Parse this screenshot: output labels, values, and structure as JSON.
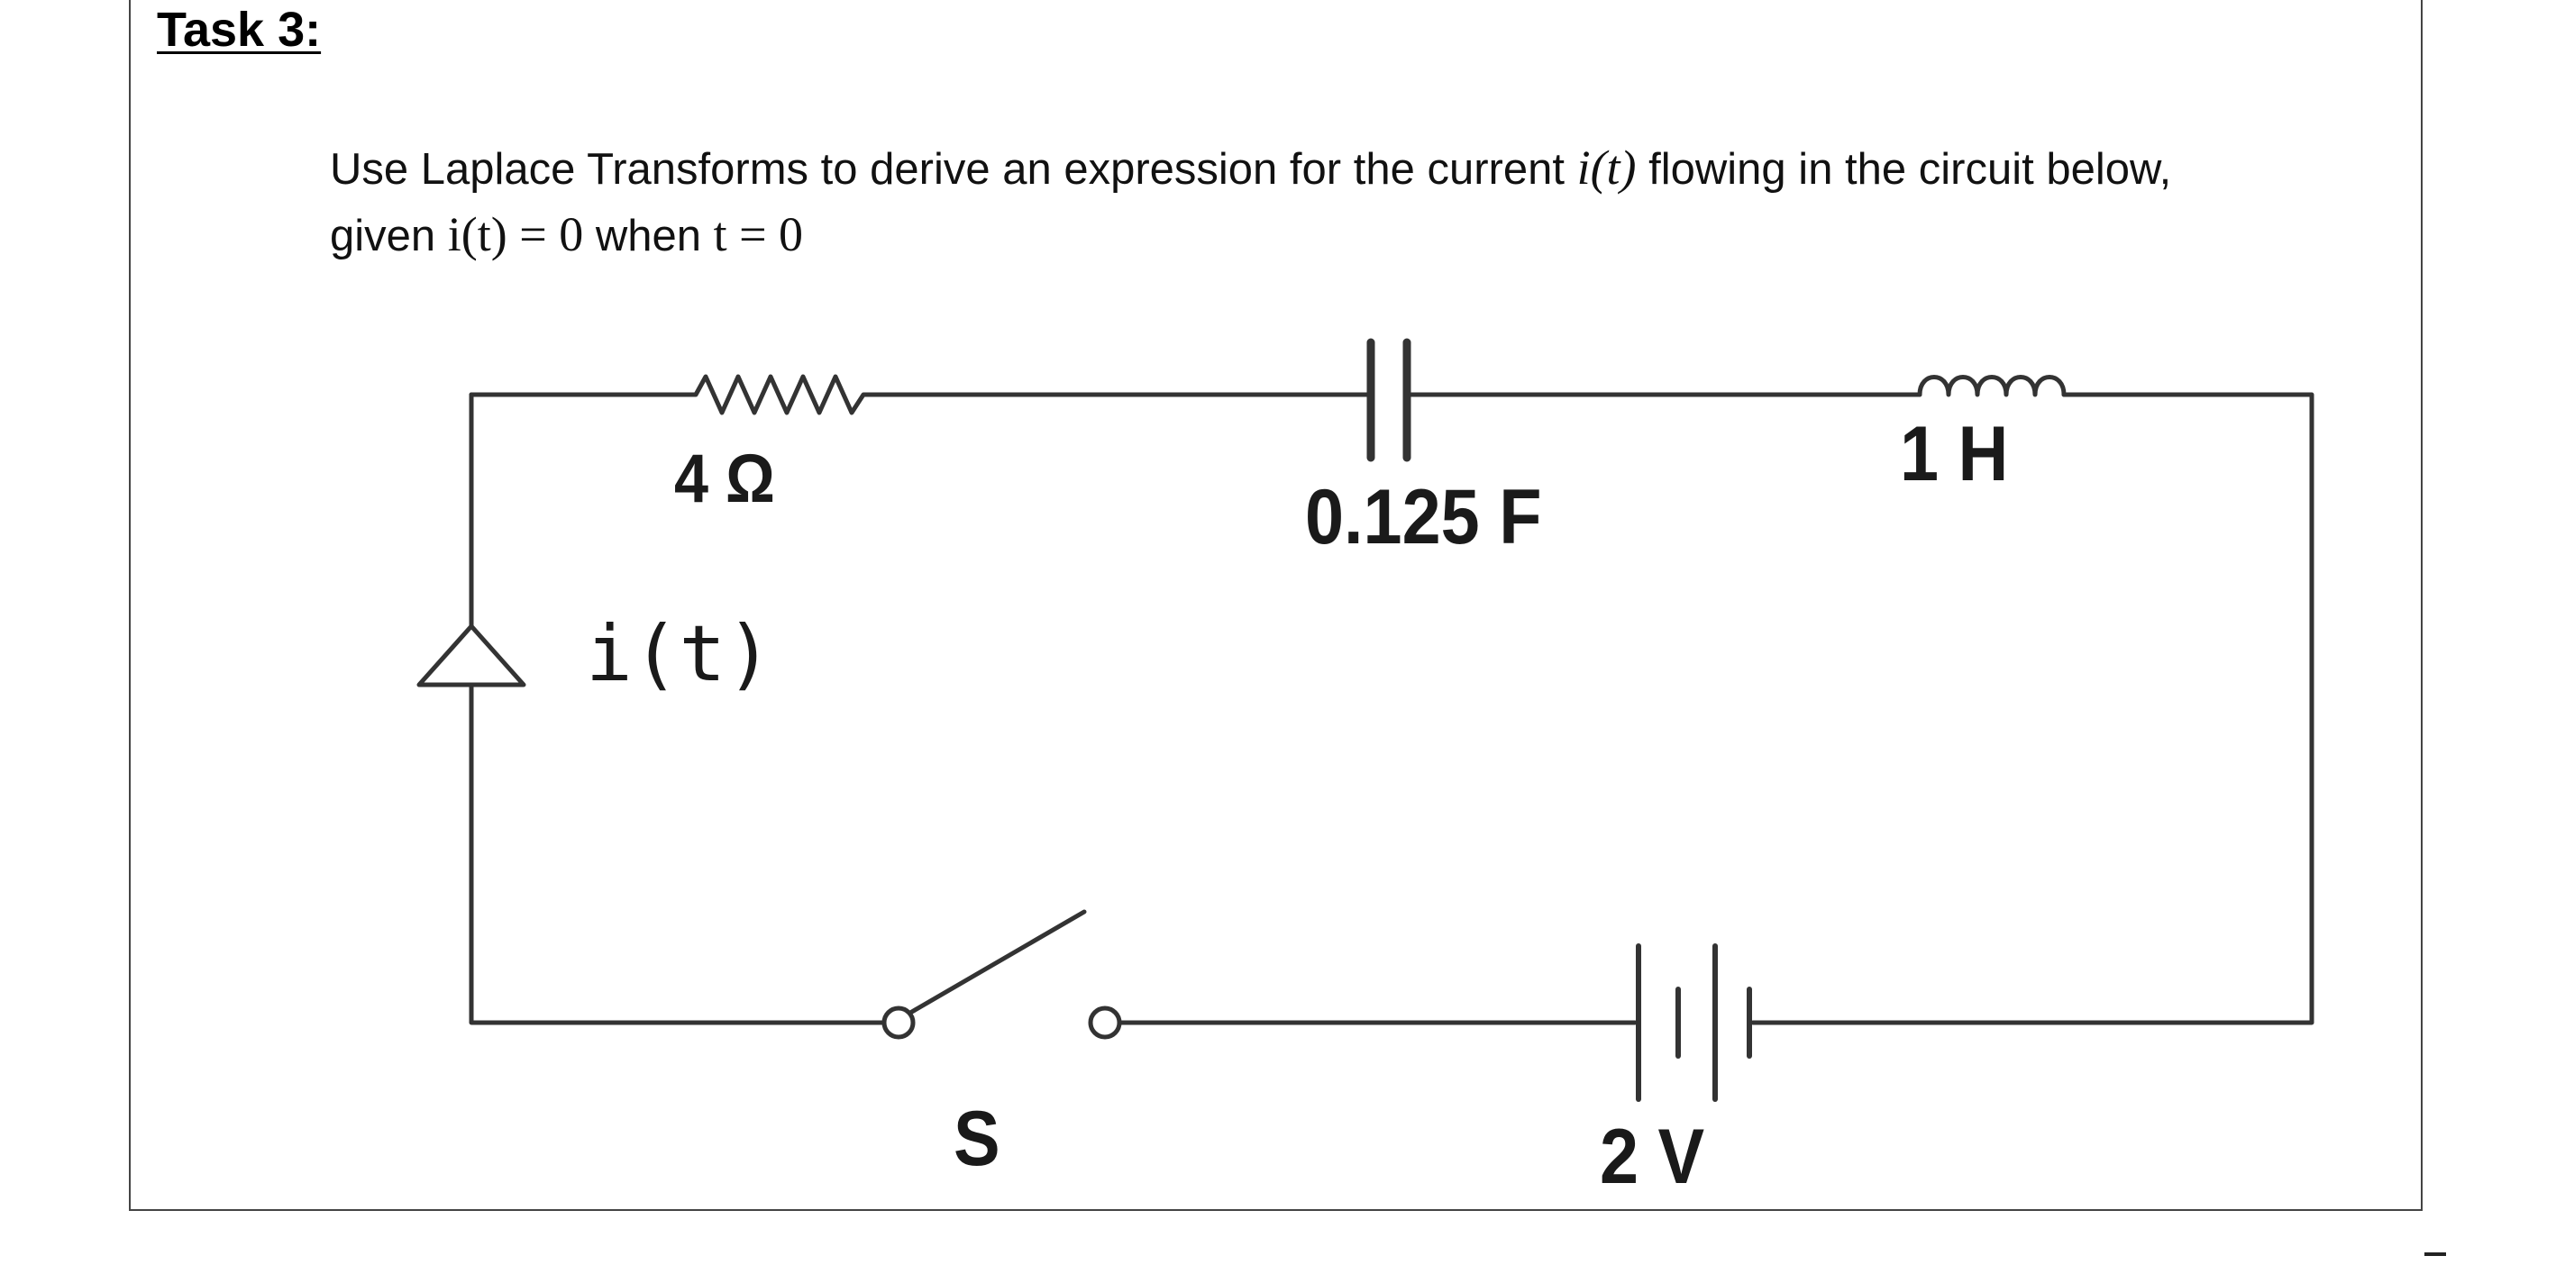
{
  "task": {
    "title": "Task 3:"
  },
  "question": {
    "line1_text": "Use Laplace Transforms to derive an expression for the current ",
    "line1_math": "i(t)",
    "line1_tail": " flowing in the circuit below,",
    "line2_text": "given ",
    "line2_math1": "i(t) = 0",
    "line2_mid": " when ",
    "line2_math2": "t = 0"
  },
  "circuit": {
    "resistor_label": "4 Ω",
    "capacitor_label": "0.125 F",
    "inductor_label": "1 H",
    "current_label": "i(t)",
    "switch_label": "S",
    "battery_label": "2 V"
  }
}
